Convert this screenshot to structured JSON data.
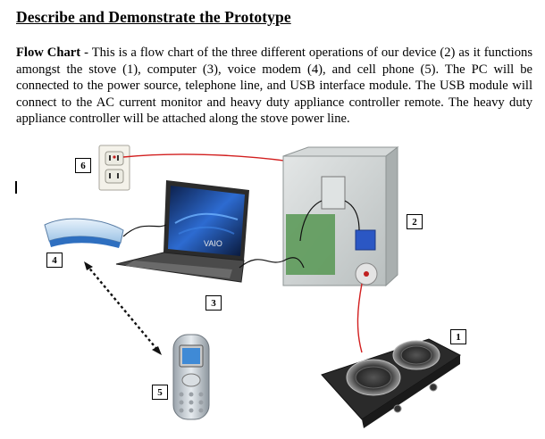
{
  "title": "Describe and Demonstrate the Prototype",
  "paragraph": {
    "lead": "Flow Chart",
    "text": " - This is a flow chart of the three different operations of our device (2) as it functions amongst the stove (1), computer (3), voice modem (4), and cell phone (5). The PC will be connected to the power source, telephone line, and USB interface module. The USB module will connect to the AC current monitor and heavy duty appliance controller remote. The heavy duty appliance controller will be attached along the stove power line."
  },
  "diagram": {
    "labels": {
      "stove": "1",
      "device": "2",
      "computer": "3",
      "modem": "4",
      "phone": "5",
      "outlet": "6"
    },
    "laptop_brand": "VAIO",
    "colors": {
      "power_line": "#d21f1f",
      "device_box": "#c9cfcf",
      "green_module": "#5d9a5a",
      "blue_module": "#2b57c4",
      "modem_blue": "#2e6fc0"
    }
  }
}
